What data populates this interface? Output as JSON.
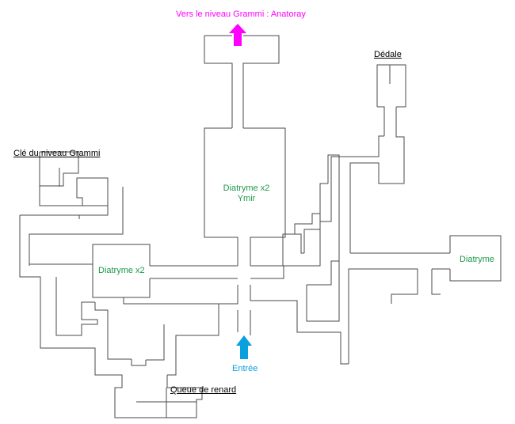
{
  "colors": {
    "wall": "#4a4a4a",
    "label_default": "#000000",
    "enemy": "#1f9a4a",
    "exit": "#ff00ff",
    "entrance": "#0aa0e0"
  },
  "map": {
    "exit_label": "Vers le niveau Grammi : Anatoray",
    "entrance_label": "Entrée",
    "key_label": "Clé du niveau Grammi",
    "dedale_label": "Dédale",
    "foxtail_label": "Queue de renard",
    "room_center_line1": "Diatryme x2",
    "room_center_line2": "Ymir",
    "room_left": "Diatryme x2",
    "room_right": "Diatryme",
    "exit_arrow_icon": "arrow-up-icon",
    "entrance_arrow_icon": "arrow-up-icon"
  }
}
